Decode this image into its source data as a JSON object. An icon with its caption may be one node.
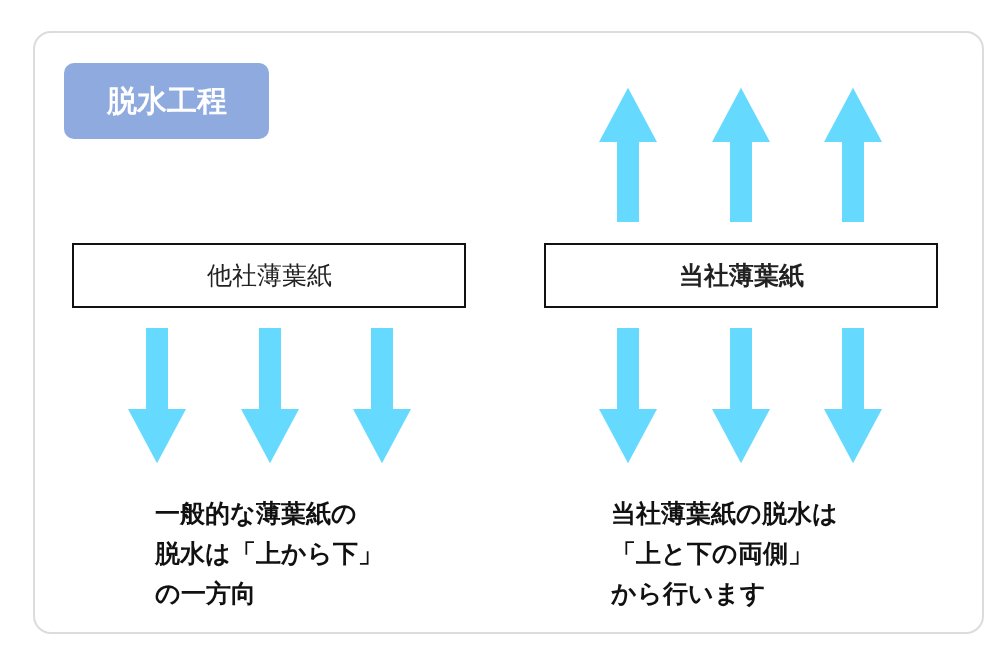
{
  "diagram": {
    "title": "脱水工程",
    "nodes": [
      {
        "text": [
          "他社薄葉紙"
        ]
      },
      {
        "text": [
          "当社薄葉紙"
        ]
      }
    ],
    "edges": [
      {
        "from": 0,
        "to": null,
        "arrow": "to"
      },
      {
        "from": 0,
        "to": null,
        "arrow": "to"
      },
      {
        "from": 0,
        "to": null,
        "arrow": "to"
      },
      {
        "from": 1,
        "to": null,
        "arrow": "to"
      },
      {
        "from": 1,
        "to": null,
        "arrow": "to"
      },
      {
        "from": 1,
        "to": null,
        "arrow": "to"
      },
      {
        "from": 1,
        "to": null,
        "arrow": "to"
      },
      {
        "from": 1,
        "to": null,
        "arrow": "to"
      },
      {
        "from": 1,
        "to": null,
        "arrow": "to"
      }
    ],
    "labels": [
      "一般的な薄葉紙の脱水は「上から下」の一方向",
      "当社薄葉紙の脱水は「上と下の両側」から行います"
    ]
  }
}
